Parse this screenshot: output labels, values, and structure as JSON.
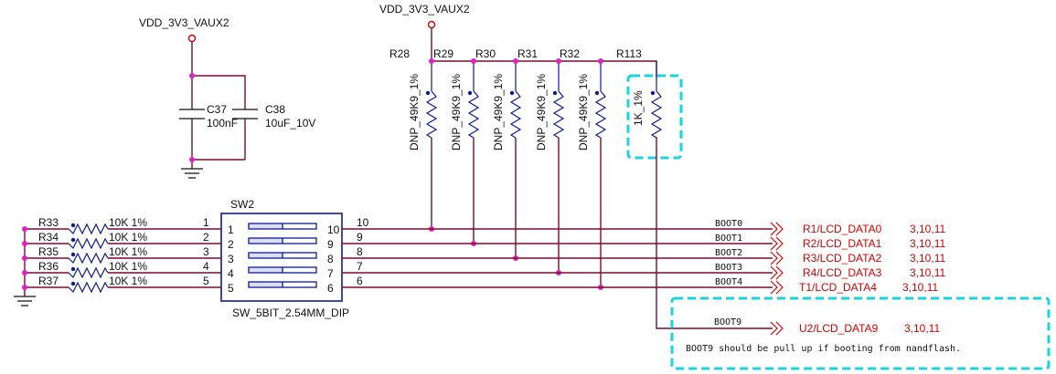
{
  "power": {
    "net_left": "VDD_3V3_VAUX2",
    "net_right": "VDD_3V3_VAUX2"
  },
  "caps": [
    {
      "ref": "C37",
      "value": "100nF"
    },
    {
      "ref": "C38",
      "value": "10uF_10V"
    }
  ],
  "pullups": [
    {
      "ref": "R28",
      "value": "DNP_49K9_1%"
    },
    {
      "ref": "R29",
      "value": "DNP_49K9_1%"
    },
    {
      "ref": "R30",
      "value": "DNP_49K9_1%"
    },
    {
      "ref": "R31",
      "value": "DNP_49K9_1%"
    },
    {
      "ref": "R32",
      "value": "DNP_49K9_1%"
    },
    {
      "ref": "R113",
      "value": "1K_1%"
    }
  ],
  "pulldowns": [
    {
      "ref": "R33",
      "value": "10K 1%"
    },
    {
      "ref": "R34",
      "value": "10K 1%"
    },
    {
      "ref": "R35",
      "value": "10K 1%"
    },
    {
      "ref": "R36",
      "value": "10K 1%"
    },
    {
      "ref": "R37",
      "value": "10K 1%"
    }
  ],
  "switch": {
    "ref": "SW2",
    "part": "SW_5BIT_2.54MM_DIP",
    "left_pins": [
      "1",
      "2",
      "3",
      "4",
      "5"
    ],
    "right_pins": [
      "10",
      "9",
      "8",
      "7",
      "6"
    ]
  },
  "nets": [
    {
      "name": "BOOT0",
      "port": "R1/LCD_DATA0",
      "pages": "3,10,11"
    },
    {
      "name": "BOOT1",
      "port": "R2/LCD_DATA1",
      "pages": "3,10,11"
    },
    {
      "name": "BOOT2",
      "port": "R3/LCD_DATA2",
      "pages": "3,10,11"
    },
    {
      "name": "BOOT3",
      "port": "R4/LCD_DATA3",
      "pages": "3,10,11"
    },
    {
      "name": "BOOT4",
      "port": "T1/LCD_DATA4",
      "pages": "3,10,11"
    },
    {
      "name": "BOOT9",
      "port": "U2/LCD_DATA9",
      "pages": "3,10,11"
    }
  ],
  "note": "BOOT9 should be pull up if booting from nandflash.",
  "colors": {
    "wire": "#7a0c2a",
    "resistor": "#0e1a99",
    "junction": "#e020c8",
    "port": "#d40000",
    "highlight": "#19d3e0"
  }
}
